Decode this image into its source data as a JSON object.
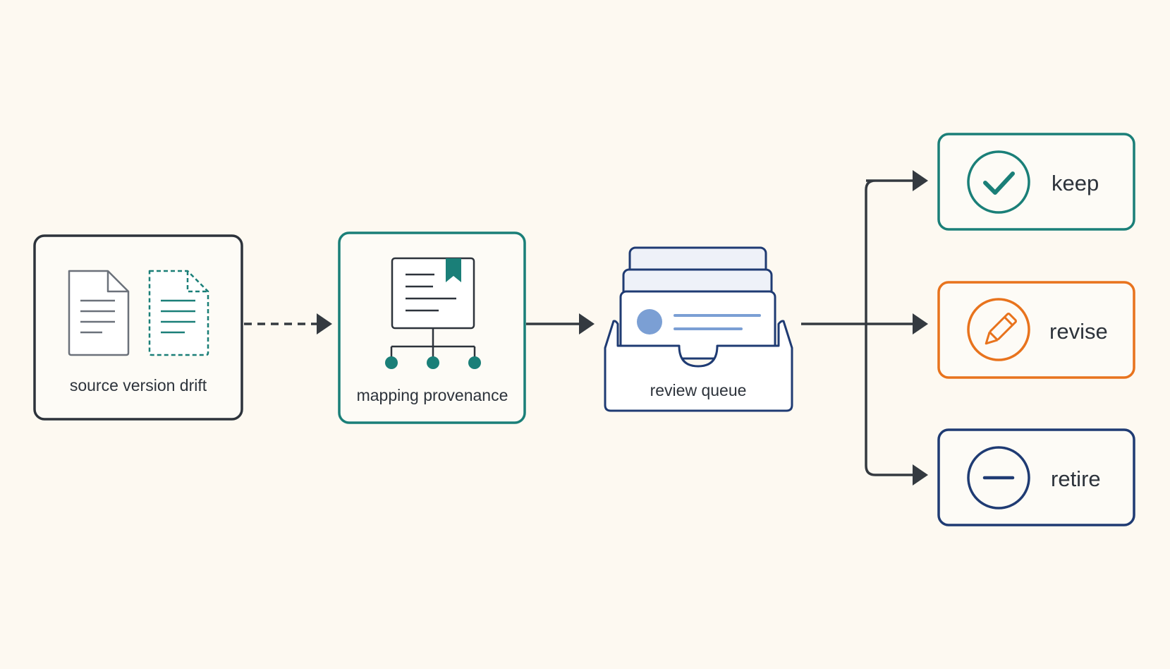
{
  "nodes": {
    "source": {
      "label": "source version drift",
      "color": "#2d333b"
    },
    "mapping": {
      "label": "mapping provenance",
      "color": "#1a7f78"
    },
    "queue": {
      "label": "review queue",
      "color": "#1f3b73"
    }
  },
  "outcomes": [
    {
      "id": "keep",
      "label": "keep",
      "color": "#1a7f78",
      "icon": "check-icon"
    },
    {
      "id": "revise",
      "label": "revise",
      "color": "#e8731d",
      "icon": "pencil-icon"
    },
    {
      "id": "retire",
      "label": "retire",
      "color": "#1f3b73",
      "icon": "minus-icon"
    }
  ],
  "colors": {
    "background": "#fdf9f1",
    "connector": "#343a40",
    "card_fill": "#eef1f8",
    "accent_dot": "#7b9fd4"
  }
}
